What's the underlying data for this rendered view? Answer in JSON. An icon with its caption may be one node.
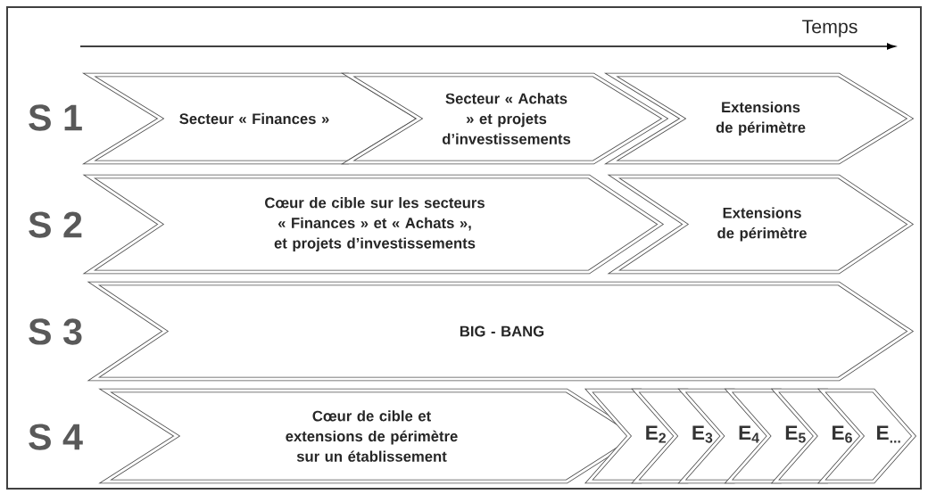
{
  "diagram": {
    "nodes": [
      {
        "text": [
          "Secteur « Finances »"
        ]
      },
      {
        "text": [
          "Secteur « Achats » et projets d’investissements"
        ]
      },
      {
        "text": [
          "Extensions de périmètre"
        ]
      },
      {
        "text": [
          "Cœur de cible sur les secteurs « Finances » et « Achats », et projets d’investissements"
        ]
      },
      {
        "text": [
          "Extensions de périmètre"
        ]
      },
      {
        "text": [
          "BIG - BANG"
        ]
      },
      {
        "text": [
          "Cœur de cible et extensions de périmètre sur un établissement"
        ]
      },
      {
        "text": [
          "E$_{2}$"
        ]
      },
      {
        "text": [
          "E$_{3}$"
        ]
      },
      {
        "text": [
          "E$_{4}$"
        ]
      },
      {
        "text": [
          "E$_{5}$"
        ]
      },
      {
        "text": [
          "E$_{6}$"
        ]
      },
      {
        "text": [
          "E$_{...}$"
        ]
      }
    ],
    "labels": [
      "Temps",
      "S 1",
      "S 2",
      "S 3",
      "S 4"
    ]
  }
}
